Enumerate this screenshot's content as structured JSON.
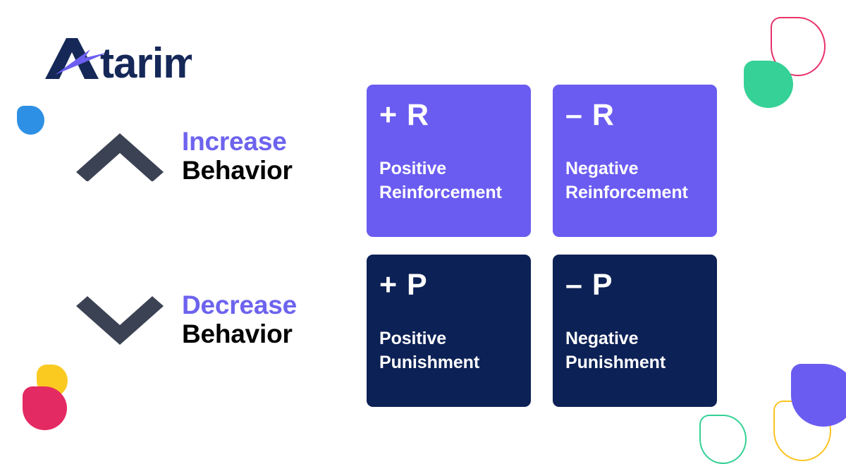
{
  "brand": {
    "name": "Atarim",
    "logo_icon": "atarim-logo",
    "navy": "#152858",
    "swoosh_purple": "#6d5ff0"
  },
  "theme": {
    "background": "#ffffff",
    "purple": "#6a5cf0",
    "navy": "#0c2155",
    "accent_purple_text": "#6d63ee",
    "black_text": "#000000",
    "chevron_gray": "#3b4253"
  },
  "rows": [
    {
      "icon": "chevron-up-icon",
      "direction_label": "Increase",
      "subject_label": "Behavior",
      "direction_color": "#6d63ee"
    },
    {
      "icon": "chevron-down-icon",
      "direction_label": "Decrease",
      "subject_label": "Behavior",
      "direction_color": "#6d63ee"
    }
  ],
  "cards": [
    {
      "sign": "+ R",
      "line1": "Positive",
      "line2": "Reinforcement",
      "background": "#6a5cf0"
    },
    {
      "sign": "– R",
      "line1": "Negative",
      "line2": "Reinforcement",
      "background": "#6a5cf0"
    },
    {
      "sign": "+ P",
      "line1": "Positive",
      "line2": "Punishment",
      "background": "#0c2155"
    },
    {
      "sign": "– P",
      "line1": "Negative",
      "line2": "Punishment",
      "background": "#0c2155"
    }
  ],
  "decorations": [
    {
      "name": "blue-leaf",
      "color": "#2e90e5",
      "style": "solid"
    },
    {
      "name": "pink-outline-leaf",
      "color": "#e8336b",
      "style": "outline"
    },
    {
      "name": "green-leaf",
      "color": "#35d196",
      "style": "solid"
    },
    {
      "name": "yellow-leaf",
      "color": "#fbca21",
      "style": "solid"
    },
    {
      "name": "magenta-leaf",
      "color": "#e42a63",
      "style": "solid"
    },
    {
      "name": "green-outline-leaf",
      "color": "#35d196",
      "style": "outline"
    },
    {
      "name": "yellow-outline-leaf",
      "color": "#fbc41f",
      "style": "outline"
    },
    {
      "name": "purple-leaf",
      "color": "#6a5cf0",
      "style": "solid"
    }
  ]
}
